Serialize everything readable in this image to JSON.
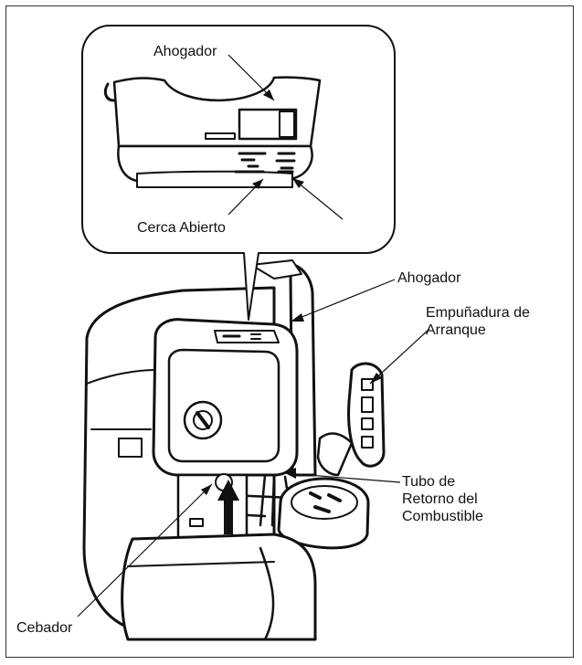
{
  "labels": {
    "inset_choke": "Ahogador",
    "inset_close_open": "Cerca Abierto",
    "choke": "Ahogador",
    "starter_grip_line1": "Empuñadura de",
    "starter_grip_line2": "Arranque",
    "fuel_return_line1": "Tubo de",
    "fuel_return_line2": "Retorno del",
    "fuel_return_line3": "Combustible",
    "primer": "Cebador"
  }
}
